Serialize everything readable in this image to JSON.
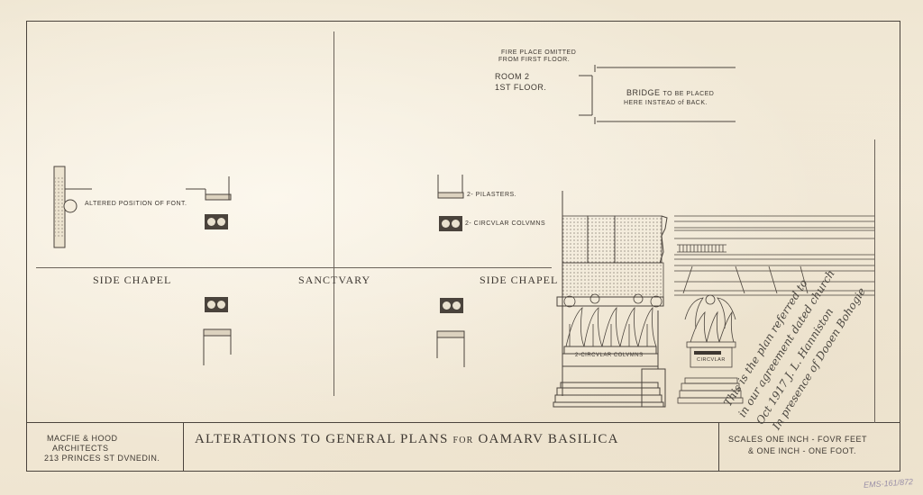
{
  "drawing": {
    "plan_labels": {
      "side_chapel_left": "SIDE CHAPEL",
      "sanctuary": "SANCTVARY",
      "side_chapel_right": "SIDE CHAPEL"
    },
    "annotations": {
      "font": "ALTERED POSITION OF FONT.",
      "pilasters": "2- PILASTERS.",
      "circular_columns": "2- CIRCVLAR COLVMNS",
      "fireplace_line1": "FIRE PLACE OMITTED",
      "fireplace_line2": "FROM FIRST FLOOR.",
      "room_line1": "ROOM 2",
      "room_line2": "1ST FLOOR.",
      "bridge_main": "BRIDGE",
      "bridge_line1_rest": "TO BE PLACED",
      "bridge_line2": "HERE INSTEAD of BACK.",
      "column_detail_label": "2-CIRCVLAR COLVMNS",
      "small_column_label": "CIRCVLAR"
    },
    "handwritten_note": {
      "line1": "This is the plan referred to",
      "line2": "in our agreement dated church",
      "line3": "Oct 1917  J. L. Hanniston",
      "line4": "In presence of Dooen Bohogie"
    },
    "stamp": "EMS-161/872"
  },
  "title_block": {
    "architect_line1": "MACFIE & HOOD",
    "architect_line2": "ARCHITECTS",
    "architect_line3": "213 PRINCES ST DVNEDIN.",
    "title": "ALTERATIONS TO GENERAL PLANS",
    "title_for": "FOR",
    "title_place": "OAMARV  BASILICA",
    "scales_line1": "SCALES ONE INCH - FOVR FEET",
    "scales_line2": "& ONE INCH - ONE FOOT."
  },
  "colors": {
    "paper": "#f1e9d8",
    "ink": "#4a433c",
    "stamp": "#9a8fa8"
  }
}
